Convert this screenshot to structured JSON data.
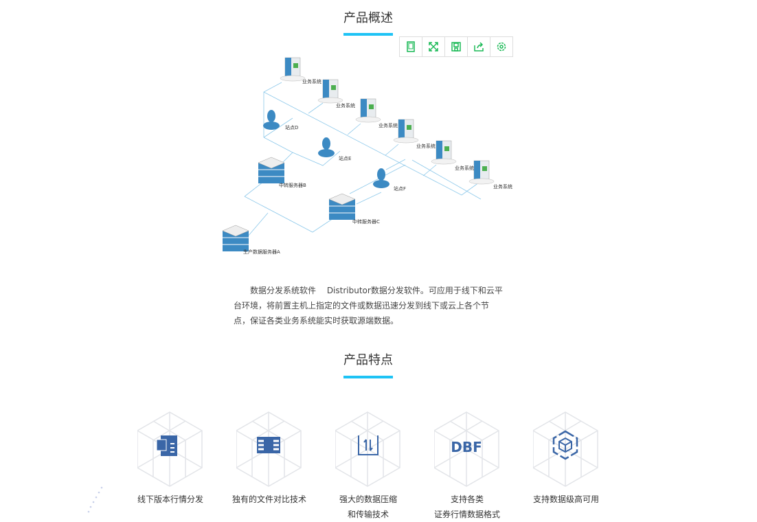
{
  "overview": {
    "title": "产品概述"
  },
  "toolbar": [
    {
      "icon": "tablet-icon"
    },
    {
      "icon": "fullscreen-icon"
    },
    {
      "icon": "save-icon"
    },
    {
      "icon": "share-icon"
    },
    {
      "icon": "settings-icon"
    }
  ],
  "diagram": {
    "business": [
      "业务系统",
      "业务系统",
      "业务系统",
      "业务系统",
      "业务系统",
      "业务系统"
    ],
    "stations": [
      "站点D",
      "站点E",
      "站点F"
    ],
    "relay_b": "中转服务器B",
    "relay_c": "中转服务器C",
    "source_a": "生产数据服务器A"
  },
  "description": "数据分发系统软件　 Distributor数据分发软件。可应用于线下和云平台环境，将前置主机上指定的文件或数据迅速分发到线下或云上各个节点，保证各类业务系统能实时获取源端数据。",
  "features": {
    "title": "产品特点",
    "items": [
      {
        "label": "线下版本行情分发",
        "icon": "file-copy-icon"
      },
      {
        "label": "独有的文件对比技术",
        "icon": "compare-grid-icon"
      },
      {
        "label": "强大的数据压缩",
        "label2": "和传输技术",
        "icon": "transfer-icon"
      },
      {
        "label": "支持各类",
        "label2": "证券行情数据格式",
        "icon": "dbf-icon",
        "icon_text": "DBF"
      },
      {
        "label": "支持数据级高可用",
        "icon": "cube-icon"
      }
    ]
  },
  "colors": {
    "accent": "#1ec3f5",
    "icon": "#3a66a7",
    "toolbar": "#19b955"
  }
}
